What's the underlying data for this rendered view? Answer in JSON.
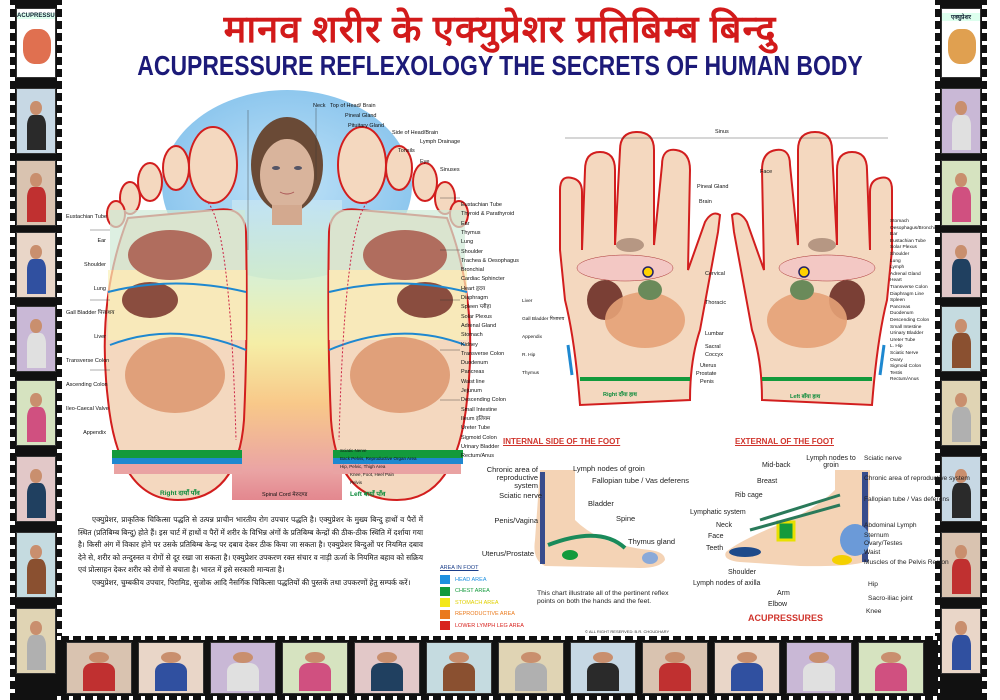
{
  "title_hindi": "मानव शरीर के एक्युप्रेशर प्रतिबिम्ब बिन्दु",
  "title_english": "ACUPRESSURE REFLEXOLOGY THE SECRETS OF HUMAN BODY",
  "logo_left": "ACUPRESSURE",
  "logo_right": "एक्युप्रेशर",
  "feet": {
    "top_labels": [
      "Neck",
      "Top of Head/ Brain",
      "Pineal Gland",
      "Pituitary Gland",
      "Side of Head/Brain",
      "Lymph Drainage",
      "Tonsils",
      "Eye",
      "Sinuses"
    ],
    "right_labels": [
      "Eustachian Tube",
      "Thyroid & Parathyroid",
      "Ear",
      "Thymus",
      "Lung",
      "Shoulder",
      "Trachea & Oesophagus",
      "Bronchial",
      "Cardiac Sphincter",
      "Heart हृदय",
      "Diaphragm",
      "Spleen प्लीहा",
      "Solar Plexus",
      "Adrenal Gland",
      "Stomach",
      "Kidney",
      "Transverse Colon",
      "Duodenum",
      "Pancreas",
      "Waist line",
      "Jejunum",
      "Descending Colon",
      "Small Intestine",
      "Ileum इलियम",
      "Ureter Tube",
      "Sigmoid Colon",
      "Urinary Bladder",
      "Rectum/Anus"
    ],
    "left_labels": [
      "Eustachian Tube",
      "Ear",
      "Shoulder",
      "Lung",
      "Gall Bladder पित्ताशय",
      "Liver",
      "Transverse Colon",
      "Ascending Colon",
      "Ileo-Caecal Valve",
      "Appendix"
    ],
    "heel_bands": [
      "Sciatic Nerve",
      "Back Pelvis, Reproductive Organ Area",
      "Hip, Pelvic, Thigh Area",
      "Knee, Foot, Heel Pain",
      "Pelvis"
    ],
    "spine_label": "Spinal Cord मेरुदण्ड",
    "right_caption": "Right दायाँ पाँव",
    "left_caption": "Left बायाँ पाँव"
  },
  "hands": {
    "top_label": "Sinus",
    "center_labels": [
      "Face",
      "Pineal Gland",
      "Brain",
      "Cervical",
      "Thoracic",
      "Lumbar",
      "Sacral",
      "Coccyx",
      "Uterus",
      "Prostate",
      "Penis"
    ],
    "right_labels": [
      "Stomach",
      "Oesophagus/Bronchial",
      "Ear",
      "Eustachian Tube",
      "Solar Plexus",
      "Shoulder",
      "Lung",
      "Lymph",
      "Adrenal Gland",
      "Heart",
      "Transverse Colon",
      "Diaphragm Line",
      "Spleen",
      "Pancreas",
      "Duodenum",
      "Descending Colon",
      "Small Intestine",
      "Urinary Bladder",
      "Ureter Tube",
      "L. Hip",
      "Sciatic Nerve",
      "Ovary",
      "Sigmoid Colon",
      "Testis",
      "Rectum/Anus"
    ],
    "left_labels": [
      "Liver",
      "Gall Bladder पित्ताशय",
      "Appendix",
      "R. Hip",
      "Thymus"
    ],
    "right_caption": "Right दाँया हाथ",
    "left_caption": "Left बाँया हाथ"
  },
  "internal_foot": {
    "title": "INTERNAL SIDE OF THE FOOT",
    "labels": [
      "Chronic area of reproductive system",
      "Sciatic nerve",
      "Penis/Vagina",
      "Uterus/Prostate",
      "Lymph nodes of groin",
      "Fallopian tube / Vas deferens",
      "Bladder",
      "Spine",
      "Thymus gland"
    ]
  },
  "external_foot": {
    "title": "EXTERNAL OF THE FOOT",
    "labels": [
      "Mid-back",
      "Lymph nodes to groin",
      "Breast",
      "Rib cage",
      "Lymphatic system",
      "Neck",
      "Face",
      "Teeth",
      "Shoulder",
      "Lymph nodes of axilla",
      "Arm",
      "Elbow",
      "Sciatic nerve",
      "Chronic area of reproductive system",
      "Fallopian tube / Vas deferens",
      "Abdominal Lymph",
      "Sternum",
      "Ovary/Testes",
      "Waist",
      "Muscles of the Pelvis Region",
      "Hip",
      "Sacro-iliac joint",
      "Knee"
    ]
  },
  "legend": {
    "heading": "AREA IN FOOT",
    "items": [
      {
        "label": "HEAD AREA",
        "color": "#1e90e0"
      },
      {
        "label": "CHEST AREA",
        "color": "#139a3c"
      },
      {
        "label": "STOMACH AREA",
        "color": "#f3e81a"
      },
      {
        "label": "REPRODUCTIVE AREA",
        "color": "#ea7a1c"
      },
      {
        "label": "LOWER LYMPH LEG AREA",
        "color": "#d8231e"
      }
    ]
  },
  "note": "This chart illustrate all of the pertinent reflex points on both the hands and the feet.",
  "acupressures": "ACUPRESSURES",
  "copyright": "© ALL RIGHT RESERVED: B.R. CHOUDHARY",
  "paragraph": [
    "एक्युप्रेशर, प्राकृतिक चिकित्सा पद्धति से उत्पन्न प्राचीन भारतीय रोग उपचार पद्धति है। एक्युप्रेशर के मुख्य बिन्दु हाथों व पैरों में स्थित (प्रतिबिम्ब बिन्दु) होते हैं। इस चार्ट में हाथों व पैरों में शरीर के विभिन्न अंगों के प्रतिबिम्ब केन्द्रों की ठीक-ठीक स्थिति में दर्शाया गया है। किसी अंग में विकार होने पर उसके प्रतिबिम्ब केन्द्र पर दबाव देकर ठीक किया जा सकता है। एक्युप्रेशर बिन्दुओं पर नियमित दबाव देने से, शरीर को तन्दुरुस्त व रोगों से दूर रखा जा सकता है। एक्युप्रेशर उपकरण रक्त संचार व नाड़ी ऊर्जा के नियमित बहाव को सक्रिय एवं प्रोत्साहन देकर शरीर को रोगों से बचाता है। भारत में इसे सरकारी मान्यता है।",
    "एक्युप्रेशर, चुम्बकीय उपचार, पिरामिड, सुजोक आदि नैसर्गिक चिकित्सा पद्धतियों की पुस्तकें तथा उपकरणों हेतु सम्पर्क करें।"
  ]
}
